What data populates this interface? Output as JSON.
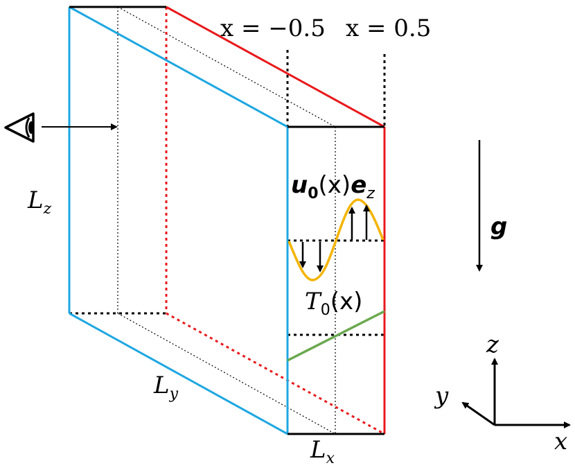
{
  "labels": {
    "x_left": "x = −0.5",
    "x_right": "x = 0.5",
    "Lz": "L",
    "Lz_sub": "z",
    "Ly": "L",
    "Ly_sub": "y",
    "Lx": "L",
    "Lx_sub": "x",
    "velocity": "u",
    "velocity_sub": "0",
    "velocity_arg": "(x)",
    "velocity_unit": "e",
    "velocity_unit_sub": "z",
    "temperature": "T",
    "temperature_sub": "0",
    "temperature_arg": "(x)",
    "gravity": "g",
    "axis_z": "z",
    "axis_y": "y",
    "axis_x": "x"
  },
  "colors": {
    "x_left_wall": "#1ea7e1",
    "x_right_wall": "#e8191c",
    "edges": "#000000",
    "velocity_profile": "#f4b400",
    "temperature_profile": "#6aa84f"
  }
}
